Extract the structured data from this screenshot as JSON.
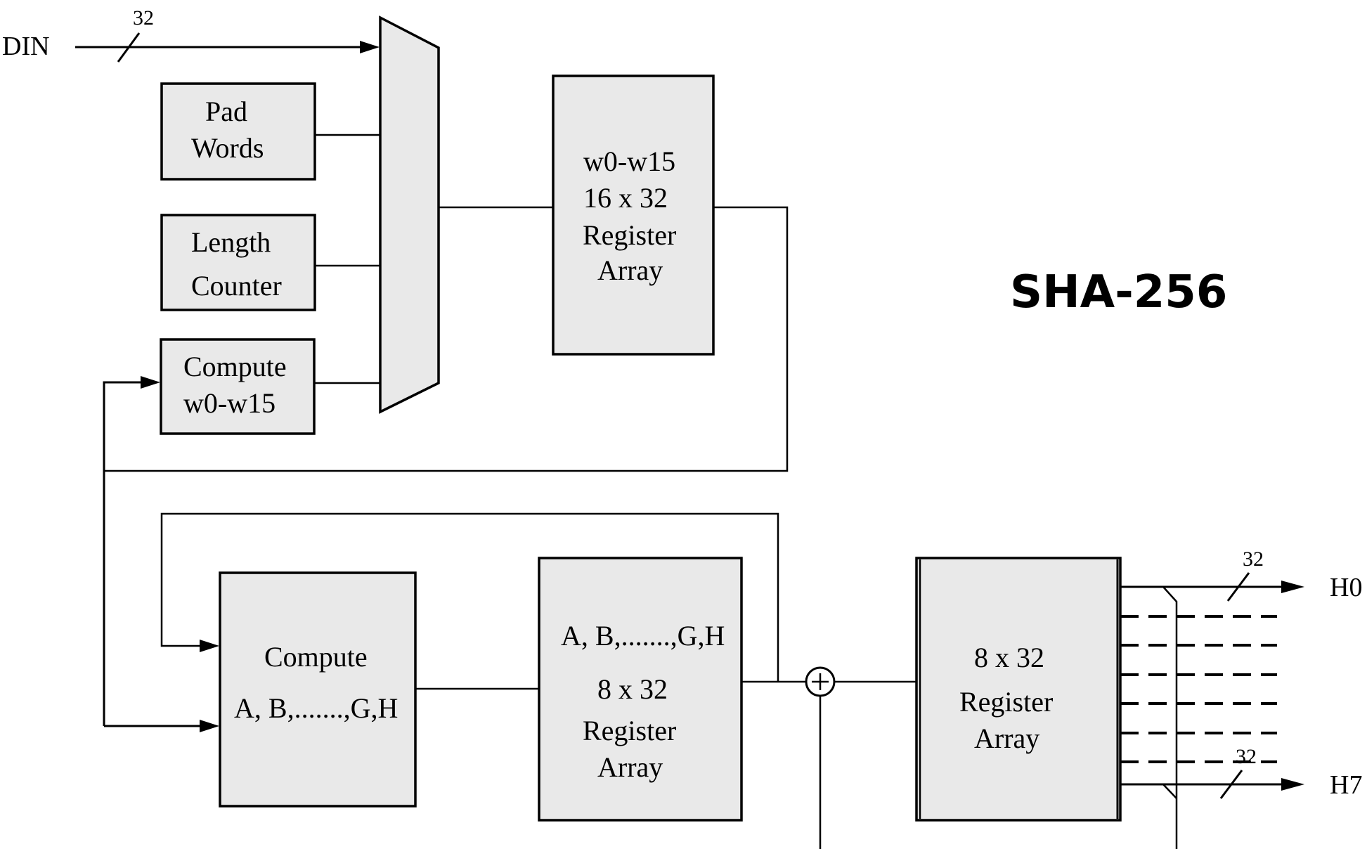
{
  "title": "SHA-256",
  "inputs": {
    "din": {
      "label": "DIN",
      "width_label": "32"
    }
  },
  "outputs": {
    "h0": {
      "label": "H0",
      "width_label": "32"
    },
    "h7": {
      "label": "H7",
      "width_label": "32"
    }
  },
  "blocks": {
    "pad_words": {
      "lines": [
        "Pad",
        "Words"
      ]
    },
    "length_counter": {
      "lines": [
        "Length",
        "Counter"
      ]
    },
    "compute_w": {
      "lines": [
        "Compute",
        "w0-w15"
      ]
    },
    "w_register": {
      "lines": [
        "w0-w15",
        "16 x 32",
        "Register",
        "Array"
      ]
    },
    "compute_ah": {
      "lines": [
        "Compute",
        "A, B,.......,G,H"
      ]
    },
    "ah_register": {
      "lines": [
        "A, B,.......,G,H",
        "8 x 32",
        "Register",
        "Array"
      ]
    },
    "h_register": {
      "lines": [
        "8 x 32",
        "Register",
        "Array"
      ]
    }
  },
  "adder": {
    "symbol": "+"
  },
  "mux": {
    "inputs": 4
  },
  "output_bus": {
    "lines": 8
  }
}
